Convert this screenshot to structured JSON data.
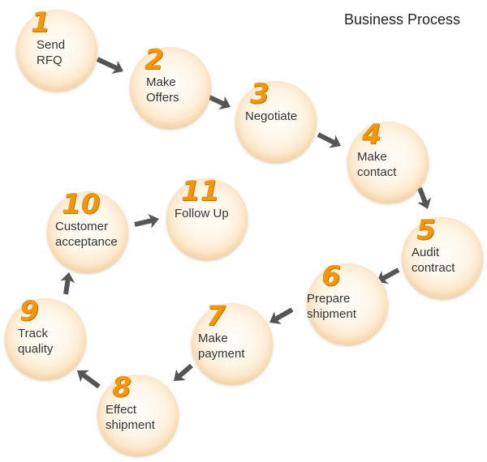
{
  "title": "Business Process",
  "steps": [
    {
      "number": "1",
      "lines": [
        "Send",
        "RFQ"
      ]
    },
    {
      "number": "2",
      "lines": [
        "Make",
        "Offers"
      ]
    },
    {
      "number": "3",
      "lines": [
        "Negotiate"
      ]
    },
    {
      "number": "4",
      "lines": [
        "Make",
        "contact"
      ]
    },
    {
      "number": "5",
      "lines": [
        "Audit",
        "contract"
      ]
    },
    {
      "number": "6",
      "lines": [
        "Prepare",
        "shipment"
      ]
    },
    {
      "number": "7",
      "lines": [
        "Make",
        "payment"
      ]
    },
    {
      "number": "8",
      "lines": [
        "Effect",
        "shipment"
      ]
    },
    {
      "number": "9",
      "lines": [
        "Track",
        "quality"
      ]
    },
    {
      "number": "10",
      "lines": [
        "Customer",
        "acceptance"
      ]
    },
    {
      "number": "11",
      "lines": [
        "Follow Up"
      ]
    }
  ],
  "colors": {
    "number": "#f0960f",
    "arrow": "#555555",
    "circle_edge": "#f3c996"
  },
  "icon": "arrow-icon"
}
